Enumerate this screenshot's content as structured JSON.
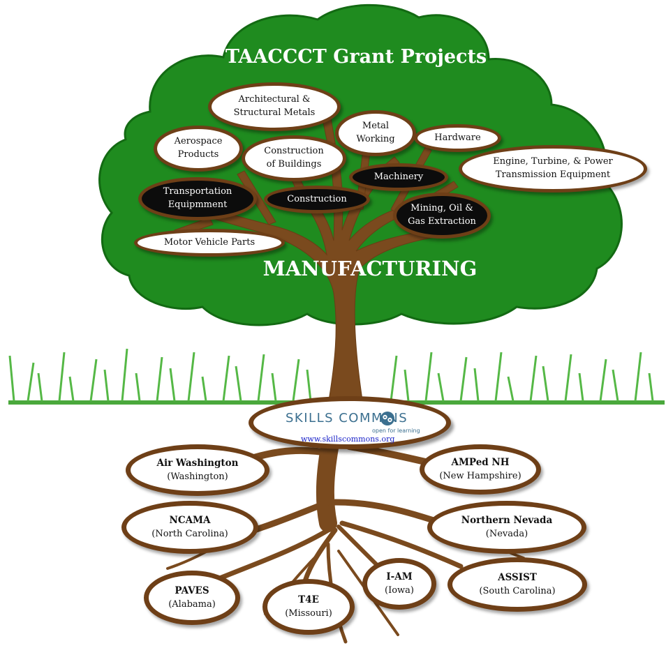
{
  "tree": {
    "title": "TAACCCT Grant Projects",
    "subtitle": "MANUFACTURING"
  },
  "branches": [
    {
      "label": "Architectural &\nStructural Metals",
      "style": "light"
    },
    {
      "label": "Metal\nWorking",
      "style": "light"
    },
    {
      "label": "Hardware",
      "style": "light"
    },
    {
      "label": "Aerospace\nProducts",
      "style": "light"
    },
    {
      "label": "Construction\nof Buildings",
      "style": "light"
    },
    {
      "label": "Machinery",
      "style": "dark"
    },
    {
      "label": "Engine, Turbine, & Power\nTransmission Equipment",
      "style": "light"
    },
    {
      "label": "Transportation\nEquipmment",
      "style": "dark"
    },
    {
      "label": "Construction",
      "style": "dark"
    },
    {
      "label": "Mining, Oil &\nGas Extraction",
      "style": "dark"
    },
    {
      "label": "Motor Vehicle Parts",
      "style": "light"
    }
  ],
  "logo": {
    "wordmark": "SKILLS COMM   NS",
    "tagline": "open for learning",
    "url": "www.skillscommons.org"
  },
  "roots": [
    {
      "name": "Air Washington",
      "state": "(Washington)"
    },
    {
      "name": "AMPed NH",
      "state": "(New Hampshire)"
    },
    {
      "name": "NCAMA",
      "state": "(North Carolina)"
    },
    {
      "name": "Northern Nevada",
      "state": "(Nevada)"
    },
    {
      "name": "I-AM",
      "state": "(Iowa)"
    },
    {
      "name": "ASSIST",
      "state": "(South Carolina)"
    },
    {
      "name": "PAVES",
      "state": "(Alabama)"
    },
    {
      "name": "T4E",
      "state": "(Missouri)"
    }
  ],
  "colors": {
    "foliage": "#1f8b1f",
    "trunk": "#7a4a1e",
    "oval_border": "#6e3f17",
    "grass": "#55b846",
    "logo_text": "#3b6f8f",
    "url_text": "#1a22c8"
  }
}
